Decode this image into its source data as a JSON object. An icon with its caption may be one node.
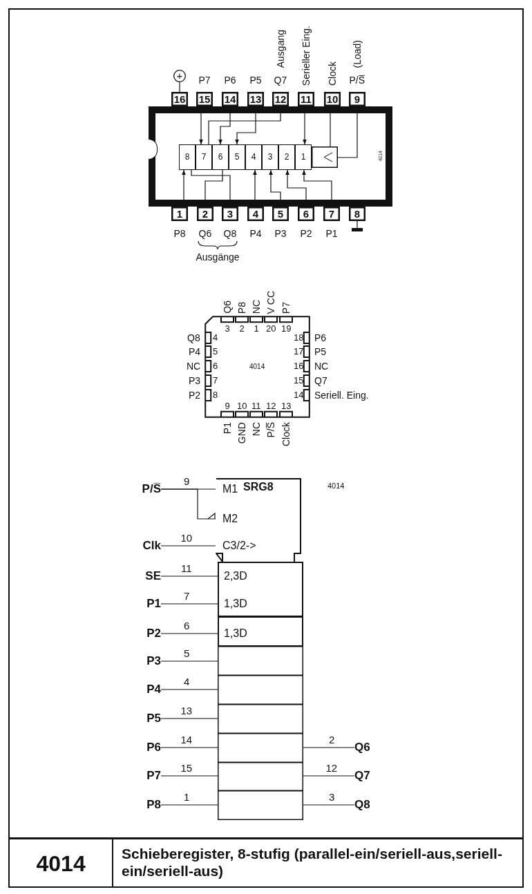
{
  "diagram": {
    "title": "4014",
    "caption": "Schieberegister, 8-stufig (parallel-ein/seriell-aus,seriell-ein/seriell-aus)",
    "nodes": [
      {
        "text": [
          "4014"
        ]
      },
      {
        "text": [
          "16"
        ]
      },
      {
        "text": [
          "15"
        ],
        "beside": [
          "P7"
        ]
      },
      {
        "text": [
          "14"
        ],
        "beside": [
          "P6"
        ]
      },
      {
        "text": [
          "13"
        ],
        "beside": [
          "P5"
        ]
      },
      {
        "text": [
          "12"
        ],
        "beside": [
          "Q7",
          "Ausgang"
        ]
      },
      {
        "text": [
          "11"
        ],
        "beside": [
          "Serieller Eing."
        ]
      },
      {
        "text": [
          "10"
        ],
        "beside": [
          "Clock"
        ]
      },
      {
        "text": [
          "9"
        ],
        "beside": [
          "P/S̅",
          "(Load)"
        ]
      },
      {
        "text": [
          "1"
        ],
        "beside": [
          "P8"
        ]
      },
      {
        "text": [
          "2"
        ],
        "beside": [
          "Q6"
        ]
      },
      {
        "text": [
          "3"
        ],
        "beside": [
          "Q8"
        ]
      },
      {
        "text": [
          "4"
        ],
        "beside": [
          "P4"
        ]
      },
      {
        "text": [
          "5"
        ],
        "beside": [
          "P3"
        ]
      },
      {
        "text": [
          "6"
        ],
        "beside": [
          "P2"
        ]
      },
      {
        "text": [
          "7"
        ],
        "beside": [
          "P1"
        ]
      },
      {
        "text": [
          "8"
        ]
      },
      {
        "text": [
          "8"
        ],
        "in": 0
      },
      {
        "text": [
          "7"
        ],
        "in": 0
      },
      {
        "text": [
          "6"
        ],
        "in": 0
      },
      {
        "text": [
          "5"
        ],
        "in": 0
      },
      {
        "text": [
          "4"
        ],
        "in": 0
      },
      {
        "text": [
          "3"
        ],
        "in": 0
      },
      {
        "text": [
          "2"
        ],
        "in": 0
      },
      {
        "text": [
          "1"
        ],
        "in": 0
      },
      {
        "text": [],
        "shape": "box",
        "in": 0
      },
      {
        "text": [
          "+"
        ]
      },
      {
        "text": [],
        "shape": "ground"
      },
      {
        "text": [
          "3",
          "2",
          "1",
          "20",
          "19",
          "4",
          "18",
          "5",
          "17",
          "6",
          "4014",
          "16",
          "7",
          "15",
          "8",
          "14",
          "9",
          "10",
          "11",
          "12",
          "13"
        ],
        "beside": [
          "Q6",
          "P8",
          "NC",
          "V CC",
          "P7",
          "Q8",
          "P6",
          "P4",
          "P5",
          "NC",
          "NC",
          "P3",
          "Q7",
          "P2",
          "Seriell. Eing.",
          "P1",
          "GND",
          "NC",
          "P/S̅",
          "Clock"
        ]
      },
      {
        "text": [
          "M1",
          "SRG8",
          "M2",
          "C3/2->"
        ],
        "beside": [
          "4014"
        ]
      },
      {
        "text": [
          "2,3D",
          "1,3D"
        ]
      },
      {
        "text": [
          "1,3D"
        ]
      },
      {
        "text": [],
        "shape": "box"
      },
      {
        "text": [],
        "shape": "box"
      },
      {
        "text": [],
        "shape": "box"
      },
      {
        "text": [],
        "shape": "box"
      },
      {
        "text": [],
        "shape": "box"
      },
      {
        "text": [],
        "shape": "box"
      },
      {
        "text": [
          "P/S̅"
        ]
      },
      {
        "text": [
          "Clk"
        ]
      },
      {
        "text": [
          "SE"
        ]
      },
      {
        "text": [
          "P1"
        ]
      },
      {
        "text": [
          "P2"
        ]
      },
      {
        "text": [
          "P3"
        ]
      },
      {
        "text": [
          "P4"
        ]
      },
      {
        "text": [
          "P5"
        ]
      },
      {
        "text": [
          "P6"
        ]
      },
      {
        "text": [
          "P7"
        ]
      },
      {
        "text": [
          "P8"
        ]
      },
      {
        "text": [
          "Q6"
        ]
      },
      {
        "text": [
          "Q7"
        ]
      },
      {
        "text": [
          "Q8"
        ]
      }
    ],
    "edges": [
      {
        "from": 26,
        "to": 1,
        "arrow": "none"
      },
      {
        "from": 2,
        "to": 18,
        "arrow": "to"
      },
      {
        "from": 3,
        "to": 19,
        "arrow": "to"
      },
      {
        "from": 4,
        "to": 20,
        "arrow": "to"
      },
      {
        "from": 18,
        "to": 5,
        "arrow": "to"
      },
      {
        "from": 6,
        "to": 24,
        "arrow": "to"
      },
      {
        "from": 7,
        "to": 25,
        "arrow": "none"
      },
      {
        "from": 8,
        "to": 25,
        "arrow": "none"
      },
      {
        "from": 9,
        "to": 17,
        "arrow": "to"
      },
      {
        "from": 19,
        "to": 10,
        "arrow": "to"
      },
      {
        "from": 17,
        "to": 11,
        "arrow": "to"
      },
      {
        "from": 12,
        "to": 21,
        "arrow": "to"
      },
      {
        "from": 13,
        "to": 22,
        "arrow": "to"
      },
      {
        "from": 14,
        "to": 23,
        "arrow": "to"
      },
      {
        "from": 15,
        "to": 24,
        "arrow": "to"
      },
      {
        "from": 16,
        "to": 27,
        "arrow": "none"
      },
      {
        "from": 38,
        "to": 29,
        "label": "9",
        "arrow": "none"
      },
      {
        "from": 38,
        "to": 29,
        "arrow": "other"
      },
      {
        "from": 39,
        "to": 29,
        "label": "10",
        "arrow": "none"
      },
      {
        "from": 40,
        "to": 30,
        "label": "11",
        "arrow": "none"
      },
      {
        "from": 41,
        "to": 30,
        "label": "7",
        "arrow": "none"
      },
      {
        "from": 42,
        "to": 31,
        "label": "6",
        "arrow": "none"
      },
      {
        "from": 43,
        "to": 32,
        "label": "5",
        "arrow": "none"
      },
      {
        "from": 44,
        "to": 33,
        "label": "4",
        "arrow": "none"
      },
      {
        "from": 45,
        "to": 34,
        "label": "13",
        "arrow": "none"
      },
      {
        "from": 46,
        "to": 35,
        "label": "14",
        "arrow": "none"
      },
      {
        "from": 47,
        "to": 36,
        "label": "15",
        "arrow": "none"
      },
      {
        "from": 48,
        "to": 37,
        "label": "1",
        "arrow": "none"
      },
      {
        "from": 35,
        "to": 49,
        "label": "2",
        "arrow": "none"
      },
      {
        "from": 36,
        "to": 50,
        "label": "12",
        "arrow": "none"
      },
      {
        "from": 37,
        "to": 51,
        "label": "3",
        "arrow": "none"
      }
    ],
    "labels": [
      "Ausgänge"
    ]
  }
}
